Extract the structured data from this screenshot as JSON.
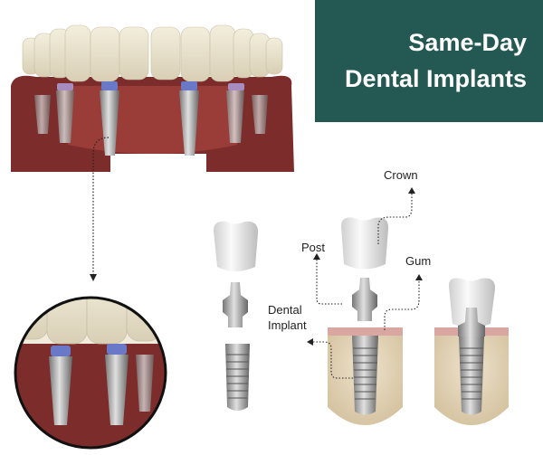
{
  "title": {
    "line1": "Same-Day",
    "line2": "Dental Implants",
    "bg_color": "#245853"
  },
  "labels": {
    "crown": "Crown",
    "post": "Post",
    "gum": "Gum",
    "implant_line1": "Dental",
    "implant_line2": "Implant"
  }
}
